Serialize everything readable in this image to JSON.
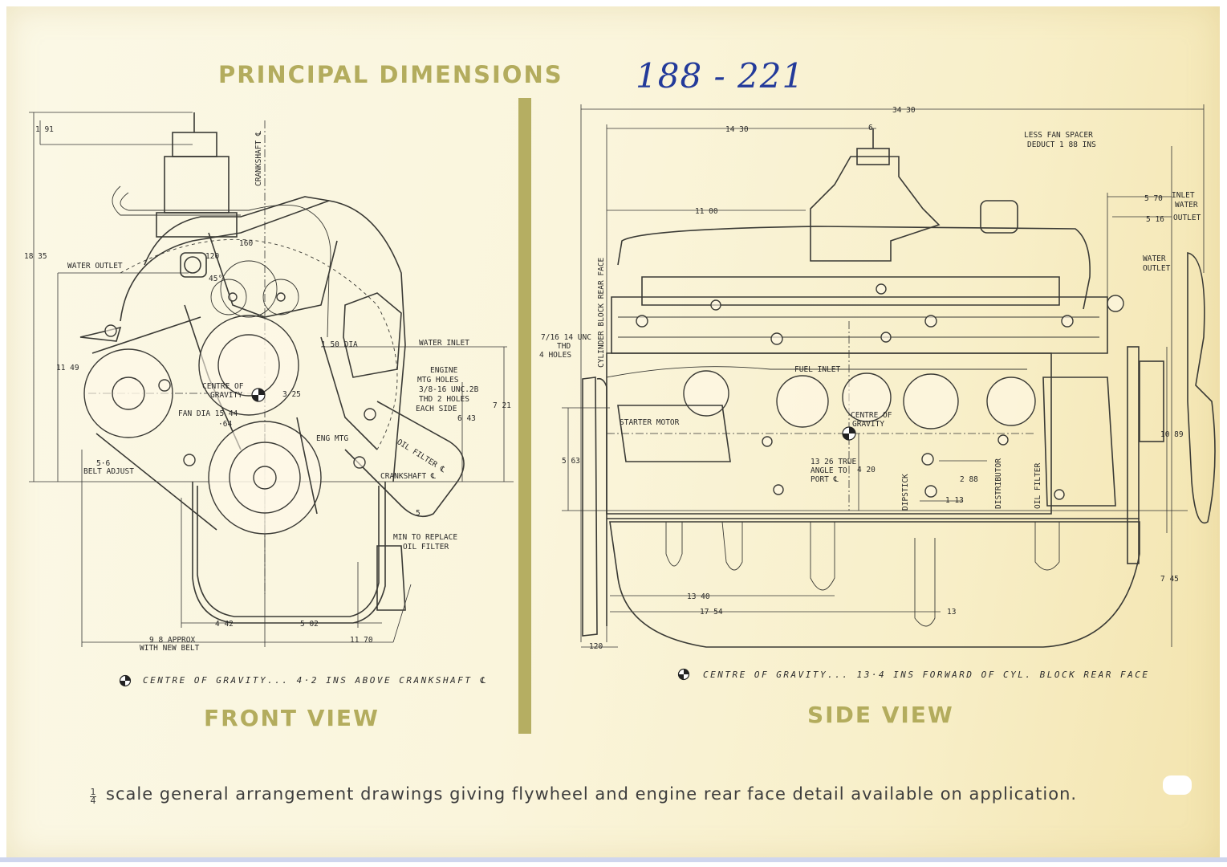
{
  "title": "PRINCIPAL DIMENSIONS",
  "handwritten_code": "188 - 221",
  "front_view": {
    "caption": "FRONT VIEW",
    "cog_note": "CENTRE OF GRAVITY... 4·2 INS ABOVE CRANKSHAFT ℄",
    "labels": {
      "dim_191": "1 91",
      "dim_1835": "18 35",
      "water_outlet": "WATER OUTLET",
      "dim_1149": "11 49",
      "crankshaft_top": "CRANKSHAFT ℄",
      "dim_160": "160",
      "dim_120": "120",
      "deg_45": "45°",
      "dim_150_dia": "1 50 DIA",
      "water_inlet": "WATER INLET",
      "engine_mtg_holes_1": "ENGINE",
      "engine_mtg_holes_2": "MTG HOLES",
      "engine_mtg_holes_3": "3/8-16 UNC.2B",
      "engine_mtg_holes_4": "THD 2 HOLES",
      "engine_mtg_holes_5": "EACH SIDE",
      "dim_721": "7 21",
      "dim_643": "6 43",
      "centre_of_gravity_1": "CENTRE OF",
      "centre_of_gravity_2": "GRAVITY",
      "dim_325": "3 25",
      "fan_dia": "FAN DIA 15 44",
      "dim_64": "·64",
      "eng_mtg": "ENG MTG",
      "oil_filter": "OIL FILTER ℄",
      "crankshaft_bottom": "CRANKSHAFT ℄",
      "belt_adjust_1": "5·6",
      "belt_adjust_2": "BELT ADJUST",
      "dim_5": "5",
      "min_replace_1": "MIN TO REPLACE",
      "min_replace_2": "OIL FILTER",
      "dim_442": "4 42",
      "dim_502": "5 02",
      "approx_1": "9 8 APPROX",
      "approx_2": "WITH NEW BELT",
      "dim_1170": "11 70"
    }
  },
  "side_view": {
    "caption": "SIDE VIEW",
    "cog_note": "CENTRE OF GRAVITY... 13·4 INS FORWARD OF CYL. BLOCK REAR FACE",
    "labels": {
      "dim_3430": "34 30",
      "dim_1430": "14 30",
      "dim_6": "6",
      "less_fan_1": "LESS FAN SPACER",
      "less_fan_2": "DEDUCT 1 88 INS",
      "dim_570": "5 70",
      "inlet_water_1": "INLET",
      "inlet_water_2": "WATER",
      "dim_516": "5 16",
      "outlet": "OUTLET",
      "dim_1100": "11 00",
      "cyl_block_rear_face": "CYLINDER BLOCK REAR FACE",
      "water_outlet_1": "WATER",
      "water_outlet_2": "OUTLET",
      "unc_1": "7/16 14 UNC",
      "unc_2": "THD",
      "unc_3": "4 HOLES",
      "fuel_inlet": "FUEL INLET",
      "starter_motor": "STARTER MOTOR",
      "centre_of_gravity_1": "CENTRE OF",
      "centre_of_gravity_2": "GRAVITY",
      "dim_563": "5 63",
      "true_angle_1": "13 26 TRUE",
      "true_angle_2": "ANGLE TO",
      "true_angle_3": "PORT ℄",
      "dim_420": "4 20",
      "dipstick": "DIPSTICK",
      "dim_288": "2 88",
      "distributor": "DISTRIBUTOR",
      "oil_filter": "OIL FILTER",
      "dim_113": "1 13",
      "dim_1089": "10 89",
      "dim_745": "7 45",
      "dim_1340": "13 40",
      "dim_1754": "17 54",
      "dim_13": "13",
      "dim_120": "120"
    }
  },
  "footer": {
    "fraction_num": "1",
    "fraction_den": "4",
    "note": "scale general arrangement drawings giving flywheel and engine rear face detail available on application."
  },
  "colors": {
    "title": "#b3ac5d",
    "divider": "#b5ae62",
    "ink": "#3a3a35",
    "handwriting": "#233a9a",
    "paper": "#faf5dc"
  }
}
